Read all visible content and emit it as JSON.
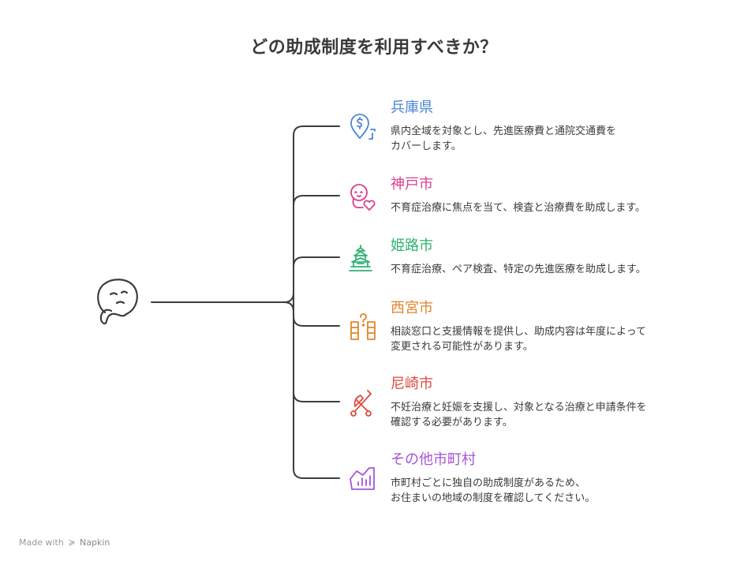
{
  "title": "どの助成制度を利用すべきか？",
  "items": [
    {
      "name": "兵庫県",
      "desc": "県内全域を対象とし、先進医療費と通院交通費を\nカバーします。",
      "color": "#4a86d6",
      "icon": "location-dollar-icon"
    },
    {
      "name": "神戸市",
      "desc": "不育症治療に焦点を当て、検査と治療費を助成します。",
      "color": "#d93d8f",
      "icon": "baby-heart-icon"
    },
    {
      "name": "姫路市",
      "desc": "不育症治療、ペア検査、特定の先進医療を助成します。",
      "color": "#2fb270",
      "icon": "castle-icon"
    },
    {
      "name": "西宮市",
      "desc": "相談窓口と支援情報を提供し、助成内容は年度によって\n変更される可能性があります。",
      "color": "#e0862a",
      "icon": "question-buildings-icon"
    },
    {
      "name": "尼崎市",
      "desc": "不妊治療と妊娠を支援し、対象となる治療と申請条件を\n確認する必要があります。",
      "color": "#dd4a3f",
      "icon": "stroller-icon"
    },
    {
      "name": "その他市町村",
      "desc": "市町村ごとに独自の助成制度があるため、\nお住まいの地域の制度を確認してください。",
      "color": "#a554d8",
      "icon": "city-chart-icon"
    }
  ],
  "footer": {
    "prefix": "Made with",
    "brand": "Napkin"
  }
}
